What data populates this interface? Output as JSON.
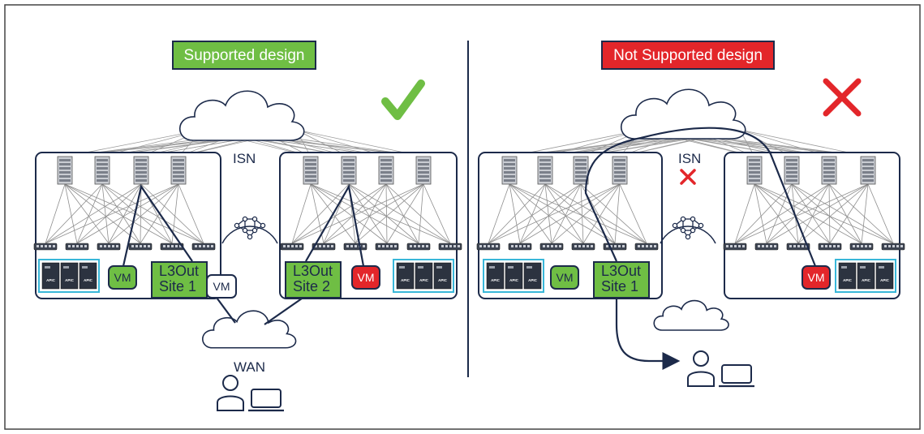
{
  "colors": {
    "navy": "#1c2a4a",
    "supported_green": "#6fbe44",
    "not_supported_red": "#e3262a",
    "apic_outline": "#39b7d9",
    "fabric_line": "#9a9a9a"
  },
  "left_panel": {
    "badge": "Supported design",
    "status_icon": "checkmark-icon",
    "isn_label": "ISN",
    "l3out_site1": {
      "line1": "L3Out",
      "line2": "Site 1"
    },
    "l3out_site2": {
      "line1": "L3Out",
      "line2": "Site 2"
    },
    "vm_green": "VM",
    "vm_red": "VM",
    "vm_white": "VM",
    "wan_label": "WAN",
    "apic_label": "APIC"
  },
  "right_panel": {
    "badge": "Not Supported design",
    "status_icon": "cross-icon",
    "isn_label": "ISN",
    "isn_status_icon": "small-cross-icon",
    "l3out_site1": {
      "line1": "L3Out",
      "line2": "Site 1"
    },
    "vm_green": "VM",
    "vm_red": "VM",
    "apic_label": "APIC"
  }
}
